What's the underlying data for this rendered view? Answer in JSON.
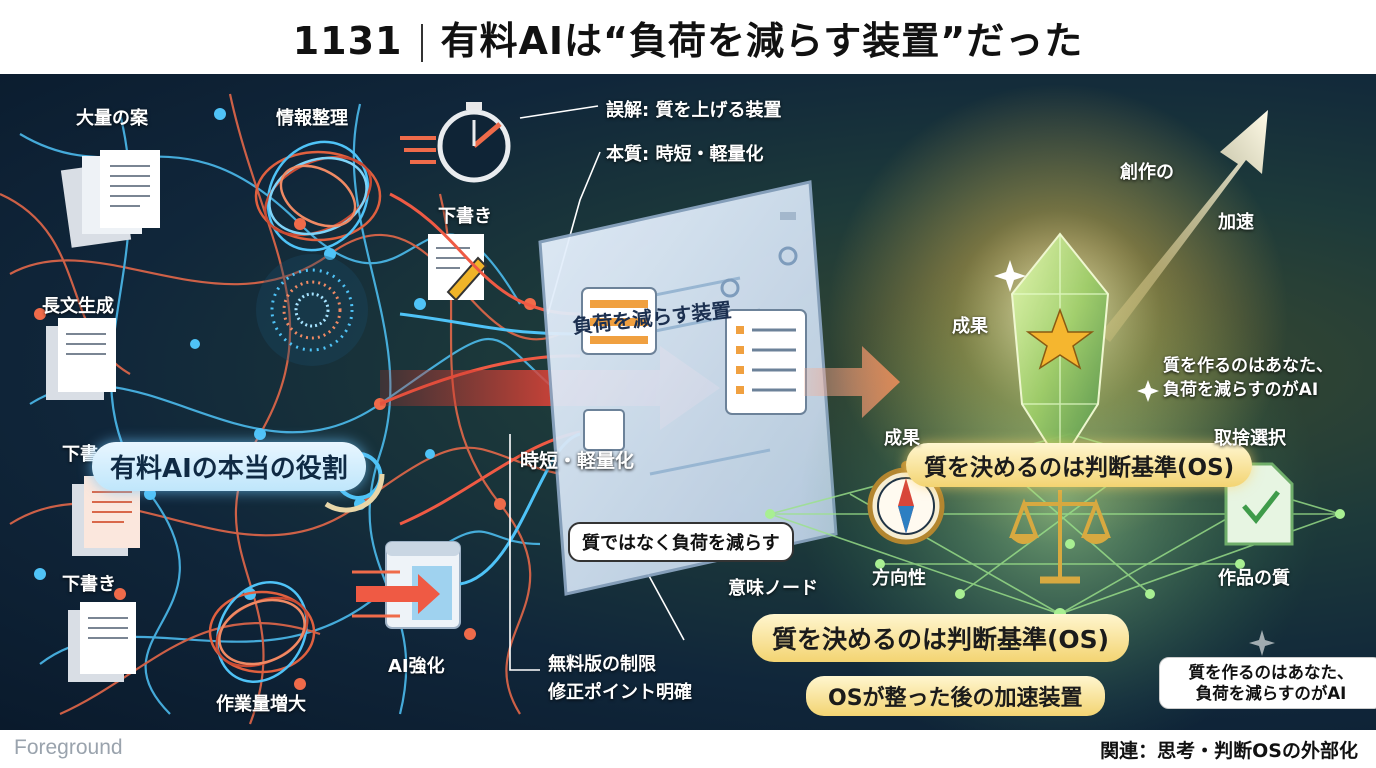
{
  "title": {
    "number": "1131",
    "text": "有料AIは“負荷を減らす装置”だった"
  },
  "left_labels": {
    "many_drafts": "大量の案",
    "info_org": "情報整理",
    "long_text": "長文生成",
    "draft1": "下書き",
    "draft2": "下書き",
    "draft_clock": "下書き",
    "workload": "作業量増大",
    "ai_boost": "AI強化"
  },
  "callouts": {
    "misconception": "誤解: 質を上げる装置",
    "essence": "本質: 時短・軽量化",
    "free_limits_1": "無料版の制限",
    "free_limits_2": "修正ポイント明確"
  },
  "center": {
    "role_pill": "有料AIの本当の役割",
    "arrow_label": "時短・軽量化",
    "board_title": "負荷を減らす装置",
    "reduce_pill": "質ではなく負荷を減らす",
    "meaning_node": "意味ノード"
  },
  "right": {
    "creation": "創作の",
    "acceleration": "加速",
    "result_top": "成果",
    "result_mid": "成果",
    "you_make_1": "質を作るのはあなた、",
    "you_make_2": "負荷を減らすのがAI",
    "os_pill_top": "質を決めるのは判断基準(OS)",
    "os_pill_bottom": "質を決めるのは判断基準(OS)",
    "selection": "取捨選択",
    "direction": "方向性",
    "quality_of_work": "作品の質",
    "accel_device": "OSが整った後の加速装置",
    "you_box_1": "質を作るのはあなた、",
    "you_box_2": "負荷を減らすのがAI"
  },
  "footer": {
    "brand": "Foreground",
    "related": "関連：思考・判断OSの外部化"
  },
  "colors": {
    "panel_dark": "#0d2033",
    "network_blue": "#4fc3f7",
    "network_red": "#ef6b4a",
    "gold": "#f3d472",
    "green_glow": "#9be28a"
  },
  "icons": [
    "document-stack-icon",
    "tangled-yarn-icon",
    "particle-swirl-icon",
    "stopwatch-icon",
    "pencil-doc-icon",
    "browser-arrow-icon",
    "crystal-icon",
    "star-icon",
    "compass-icon",
    "scales-icon",
    "checked-doc-icon",
    "upward-arrow-icon"
  ]
}
